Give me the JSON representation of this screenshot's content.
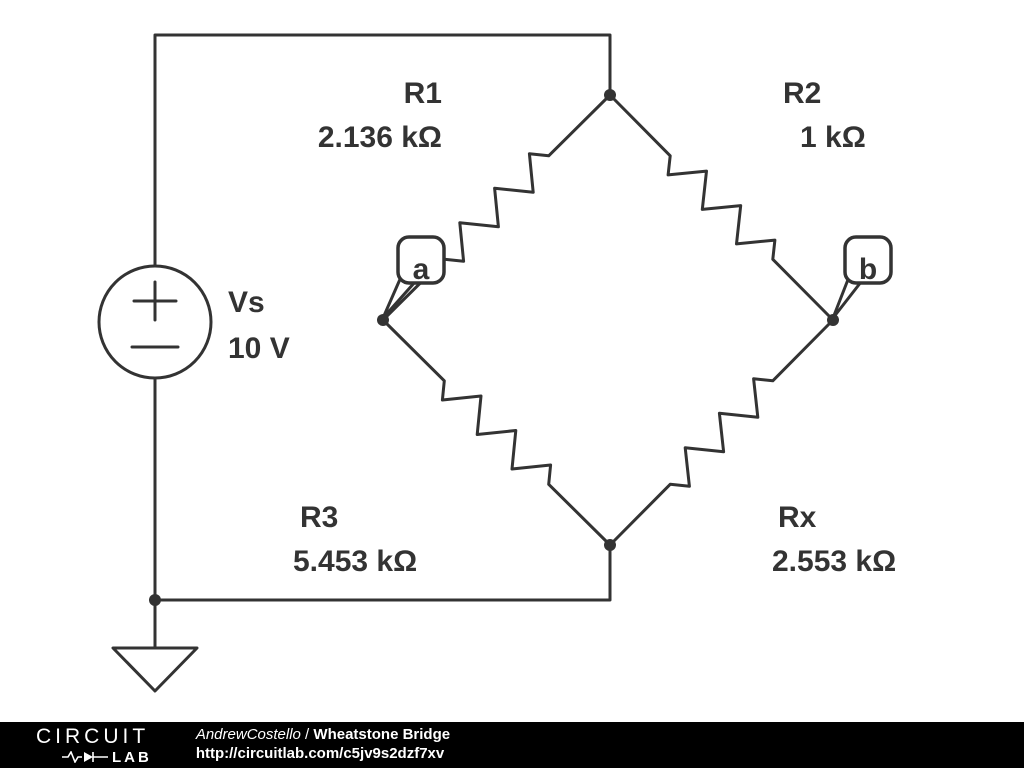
{
  "schematic": {
    "components": {
      "vs": {
        "name": "Vs",
        "value": "10 V"
      },
      "r1": {
        "name": "R1",
        "value": "2.136 kΩ"
      },
      "r2": {
        "name": "R2",
        "value": "1 kΩ"
      },
      "r3": {
        "name": "R3",
        "value": "5.453 kΩ"
      },
      "rx": {
        "name": "Rx",
        "value": "2.553 kΩ"
      }
    },
    "nodes": {
      "a": "a",
      "b": "b"
    }
  },
  "footer": {
    "logo_top": "CIRCUIT",
    "logo_bottom": "LAB",
    "author": "AndrewCostello",
    "separator": " / ",
    "title": "Wheatstone Bridge",
    "url": "http://circuitlab.com/c5jv9s2dzf7xv"
  },
  "colors": {
    "stroke": "#333333",
    "footer_bg": "#000000",
    "footer_text": "#ffffff"
  }
}
